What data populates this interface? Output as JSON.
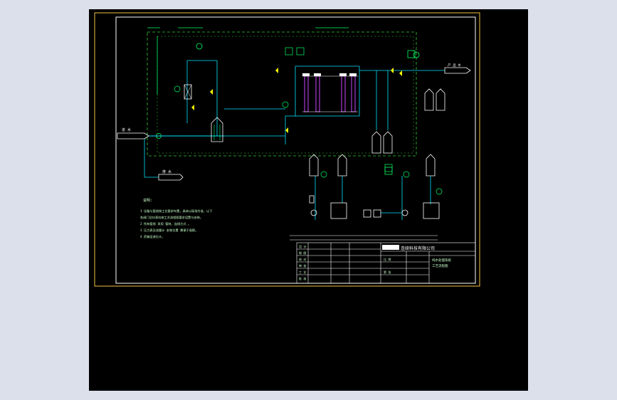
{
  "colors": {
    "background": "#000000",
    "frame": "#f0c040",
    "border": "#ffffff",
    "process": "#00ff66",
    "dashed": "#33cc33",
    "water": "#00e5ff",
    "valve": "#ffff00",
    "column": "#cc44ff",
    "text": "#c8ffc8"
  },
  "feed_label": "进 水",
  "drain_label": "排 水",
  "product_label": "产 品 水",
  "notes_title": "说明:",
  "notes": [
    "1  设备与管线按工艺要求布置，具体以现场为准，以下",
    "   各阀门及仪表均按工艺流程图要求设置与安装。",
    "2  所有管线   采用   管材，连接方式   。",
    "3  压力表及流量计  安装位置   需便于观察。",
    "4  药箱设液位计。"
  ],
  "title_block": {
    "company": "连续科技有限公司",
    "drawing_title_1": "纯水处理系统",
    "drawing_title_2": "工艺流程图",
    "rows": [
      "设 计",
      "制 图",
      "校 对",
      "审 核",
      "工 艺",
      "批 准"
    ],
    "scale_label": "比 例",
    "sheet_label": "第 张"
  }
}
